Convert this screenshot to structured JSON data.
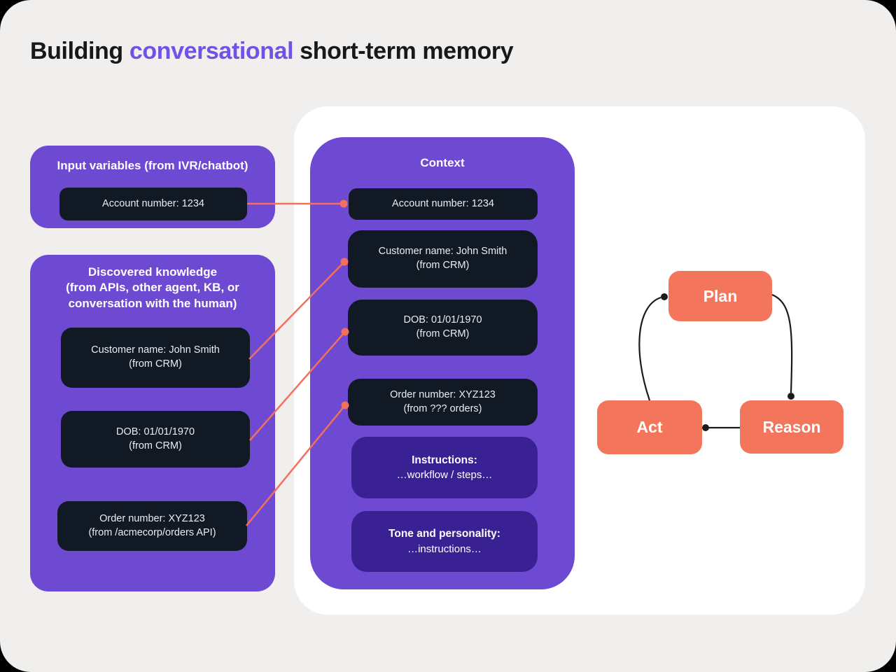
{
  "title": {
    "prefix": "Building ",
    "highlight": "conversational",
    "suffix": " short-term memory"
  },
  "colors": {
    "background": "#000000",
    "canvas_gray": "#f0efed",
    "container_white": "#ffffff",
    "panel_purple": "#6e49d2",
    "box_dark_navy": "#111a24",
    "box_dark_purple": "#392093",
    "connector_orange": "#f3715a",
    "cycle_node_coral": "#f3765c",
    "cycle_arrow_black": "#1b1b1f",
    "title_highlight_purple": "#6f52e8"
  },
  "input_panel": {
    "title": "Input variables (from IVR/chatbot)",
    "boxes": [
      {
        "line1": "Account number: 1234",
        "line2": ""
      }
    ]
  },
  "knowledge_panel": {
    "title_line1": "Discovered knowledge",
    "title_line2": "(from APIs, other agent, KB, or",
    "title_line3": "conversation with the human)",
    "boxes": [
      {
        "line1": "Customer name: John Smith",
        "line2": "(from CRM)"
      },
      {
        "line1": "DOB: 01/01/1970",
        "line2": "(from CRM)"
      },
      {
        "line1": "Order number: XYZ123",
        "line2": "(from /acmecorp/orders API)"
      }
    ]
  },
  "context_panel": {
    "title": "Context",
    "boxes": [
      {
        "line1": "Account number: 1234",
        "line2": ""
      },
      {
        "line1": "Customer name: John Smith",
        "line2": "(from CRM)"
      },
      {
        "line1": "DOB: 01/01/1970",
        "line2": "(from CRM)"
      },
      {
        "line1": "Order number: XYZ123",
        "line2": "(from ??? orders)"
      }
    ],
    "prompt_boxes": [
      {
        "heading": "Instructions:",
        "body": "…workflow / steps…"
      },
      {
        "heading": "Tone and personality:",
        "body": "…instructions…"
      }
    ]
  },
  "cycle": {
    "plan": "Plan",
    "act": "Act",
    "reason": "Reason"
  }
}
